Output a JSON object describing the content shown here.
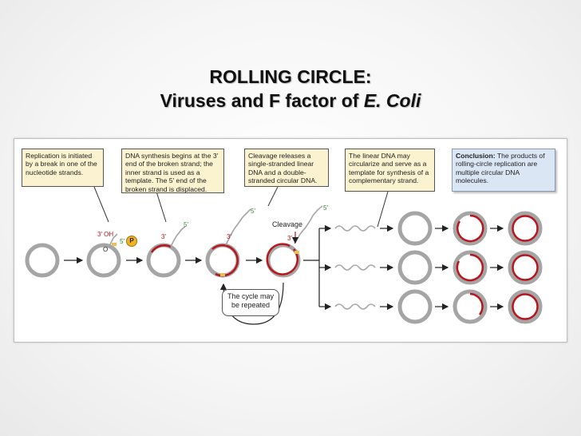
{
  "title": {
    "line1": "ROLLING CIRCLE:",
    "line2_plain": "Viruses and  F factor of ",
    "line2_italic": "E. Coli"
  },
  "callouts": [
    "Replication is initiated by a break in one of the nucleotide strands.",
    "DNA synthesis begins at the 3′ end of the broken strand; the inner strand is used as a template. The 5′ end of the broken strand is displaced.",
    "Cleavage releases a single-stranded linear DNA and a double-stranded circular DNA.",
    "The linear DNA may circularize and serve as a template for synthesis of a complementary strand."
  ],
  "conclusion": {
    "label": "Conclusion:",
    "text": " The products of rolling-circle replication are multiple circular DNA molecules."
  },
  "annotations": {
    "three_oh": "3′ OH",
    "five_prime": "5′",
    "three_prime": "3′",
    "o_label": "O",
    "phosphate": "P",
    "cleavage": "Cleavage",
    "cycle": "The cycle may be repeated"
  },
  "colors": {
    "template_strand": "#a5a5a5",
    "new_strand": "#b8161c",
    "callout_fill": "#fbf2d0",
    "conclusion_fill": "#dbe6f5",
    "origin_mark": "#e6c256"
  }
}
